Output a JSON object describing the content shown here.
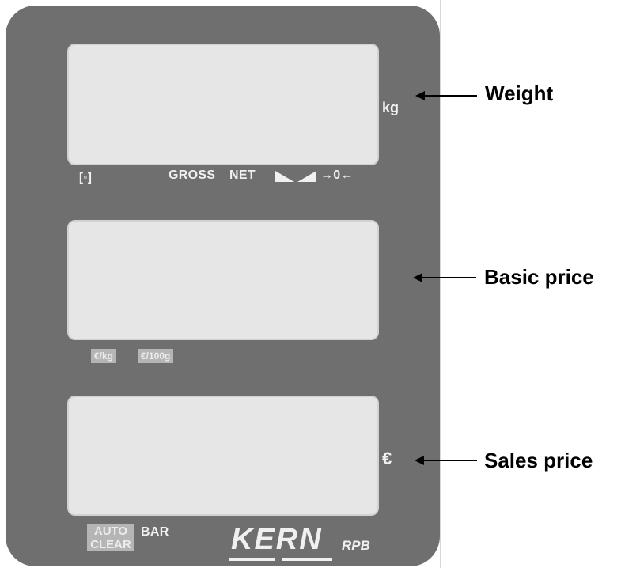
{
  "weight_display": {
    "unit": "kg"
  },
  "weight_indicators": {
    "camera": "[◦]",
    "gross": "GROSS",
    "net": "NET",
    "zero": "→0←"
  },
  "basic_price_units": {
    "per_kg": "€/kg",
    "per_100g": "€/100g"
  },
  "sales_display": {
    "unit": "€"
  },
  "bottom": {
    "auto": "AUTO",
    "clear": "CLEAR",
    "bar": "BAR"
  },
  "logo": {
    "brand": "KERN",
    "model": "RPB"
  },
  "callouts": {
    "weight": "Weight",
    "basic_price": "Basic price",
    "sales_price": "Sales price"
  },
  "colors": {
    "panel": "#6f6f6f",
    "display": "#e6e6e6"
  }
}
